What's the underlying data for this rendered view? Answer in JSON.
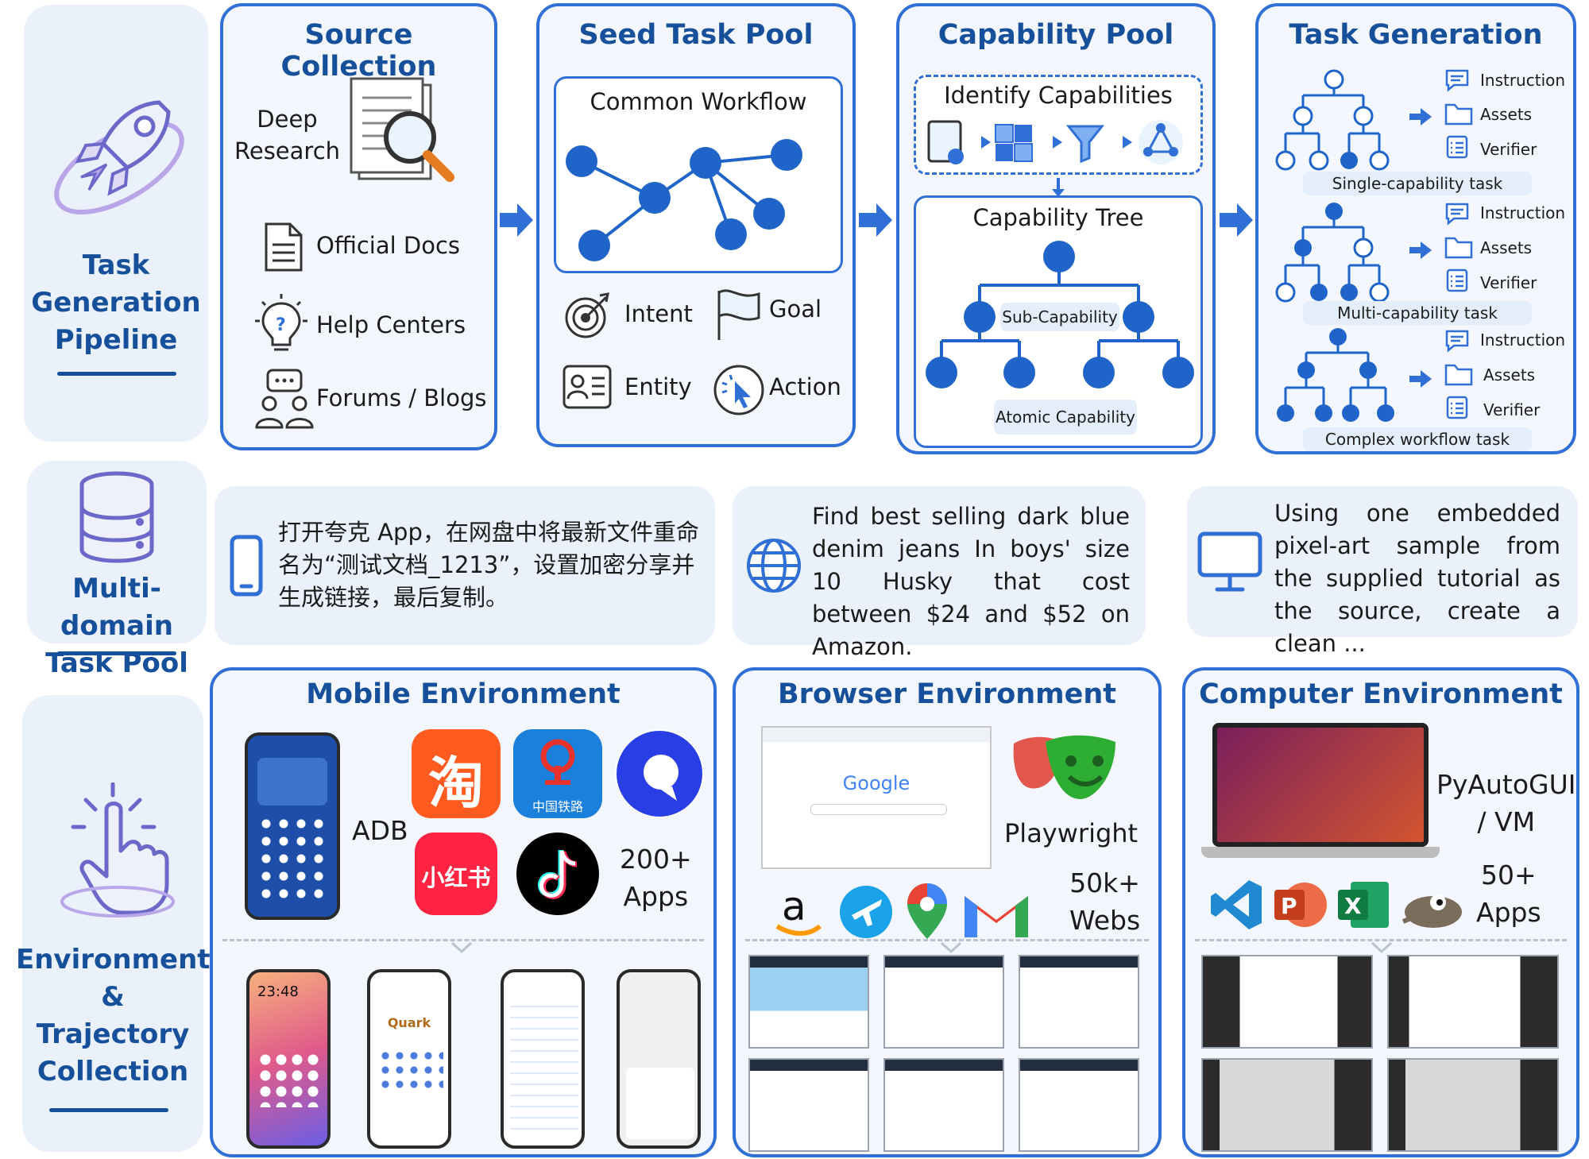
{
  "side": {
    "task_gen": "Task\nGeneration\nPipeline",
    "task_pool": "Multi-domain\nTask Pool",
    "env": "Environments\n&\nTrajectory\nCollection"
  },
  "source": {
    "title": "Source Collection",
    "deep_research": "Deep\nResearch",
    "official_docs": "Official Docs",
    "help_centers": "Help Centers",
    "forums": "Forums / Blogs"
  },
  "seed": {
    "title": "Seed Task Pool",
    "workflow": "Common Workflow",
    "intent": "Intent",
    "goal": "Goal",
    "entity": "Entity",
    "action": "Action"
  },
  "capability": {
    "title": "Capability Pool",
    "identify": "Identify Capabilities",
    "tree": "Capability Tree",
    "sub": "Sub-Capability",
    "atomic": "Atomic Capability"
  },
  "taskgen": {
    "title": "Task Generation",
    "instruction": "Instruction",
    "assets": "Assets",
    "verifier": "Verifier",
    "single": "Single-capability task",
    "multi": "Multi-capability task",
    "complex": "Complex workflow task"
  },
  "pool": {
    "mobile": "打开夸克 App，在网盘中将最新文件重命名为“测试文档_1213”，设置加密分享并生成链接，最后复制。",
    "browser": "Find best selling dark blue denim jeans In boys' size 10 Husky that cost between $24 and $52 on Amazon.",
    "computer": "Using one embedded pixel-art sample from the supplied tutorial as the source, create a clean ..."
  },
  "mobile_env": {
    "title": "Mobile Environment",
    "adb": "ADB",
    "count": "200+\nApps",
    "taobao": "淘",
    "railway": "中国铁路",
    "xhs": "小红书",
    "time": "23:48",
    "quark": "Quark"
  },
  "browser_env": {
    "title": "Browser Environment",
    "playwright": "Playwright",
    "count": "50k+\nWebs",
    "google": "Google"
  },
  "computer_env": {
    "title": "Computer Environment",
    "tool": "PyAutoGUI\n/ VM",
    "count": "50+\nApps"
  },
  "colors": {
    "primary": "#2f6fd6",
    "title": "#16509a",
    "node": "#1f64c8",
    "panel_bg": "#f3f7fd",
    "side_bg": "#eaf1fb"
  }
}
